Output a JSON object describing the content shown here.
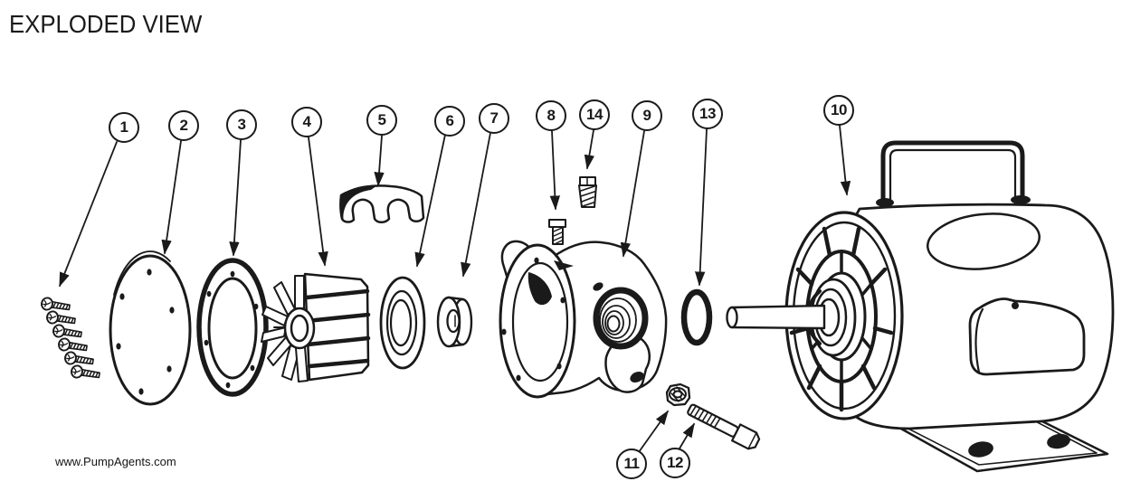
{
  "page": {
    "title": "EXPLODED VIEW",
    "watermark": "www.PumpAgents.com"
  },
  "colors": {
    "ink": "#1a1a1a",
    "paper": "#ffffff"
  },
  "callouts": [
    {
      "label": "1"
    },
    {
      "label": "2"
    },
    {
      "label": "3"
    },
    {
      "label": "4"
    },
    {
      "label": "5"
    },
    {
      "label": "6"
    },
    {
      "label": "7"
    },
    {
      "label": "8"
    },
    {
      "label": "14"
    },
    {
      "label": "9"
    },
    {
      "label": "13"
    },
    {
      "label": "10"
    },
    {
      "label": "11"
    },
    {
      "label": "12"
    }
  ]
}
